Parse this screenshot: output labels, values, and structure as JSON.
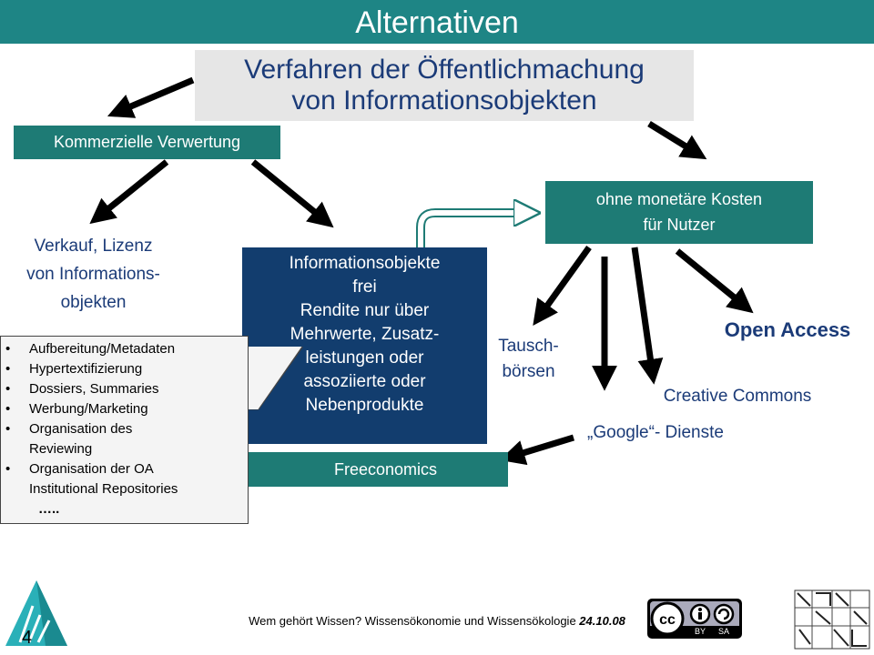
{
  "title": "Alternativen",
  "subtitle": [
    "Verfahren der Öffentlichmachung",
    "von Informationsobjekten"
  ],
  "nodes": {
    "kommerzielle": "Kommerzielle Verwertung",
    "verkauf": [
      "Verkauf, Lizenz",
      "von Informations-",
      "objekten"
    ],
    "info": [
      "Informationsobjekte",
      "frei",
      "Rendite nur über",
      "Mehrwerte, Zusatz-",
      "leistungen oder",
      "assoziierte oder",
      "Nebenprodukte"
    ],
    "ohne": [
      "ohne monetäre Kosten",
      "für Nutzer"
    ],
    "tausch": [
      "Tausch-",
      "börsen"
    ],
    "open_access": "Open Access",
    "creative_commons": "Creative Commons",
    "google": "„Google“- Dienste",
    "freeconomics": "Freeconomics"
  },
  "callout": {
    "items": [
      "Aufbereitung/Metadaten",
      "Hypertextifizierung",
      "Dossiers, Summaries",
      "Werbung/Marketing",
      "Organisation des",
      "Reviewing",
      "Organisation der OA",
      "Institutional   Repositories"
    ],
    "ellipsis": "….."
  },
  "footer": {
    "text": "Wem gehört Wissen? Wissensökonomie und Wissensökologie ",
    "date": "24.10.08"
  },
  "page_number": "4",
  "license": {
    "by": "BY",
    "sa": "SA"
  }
}
